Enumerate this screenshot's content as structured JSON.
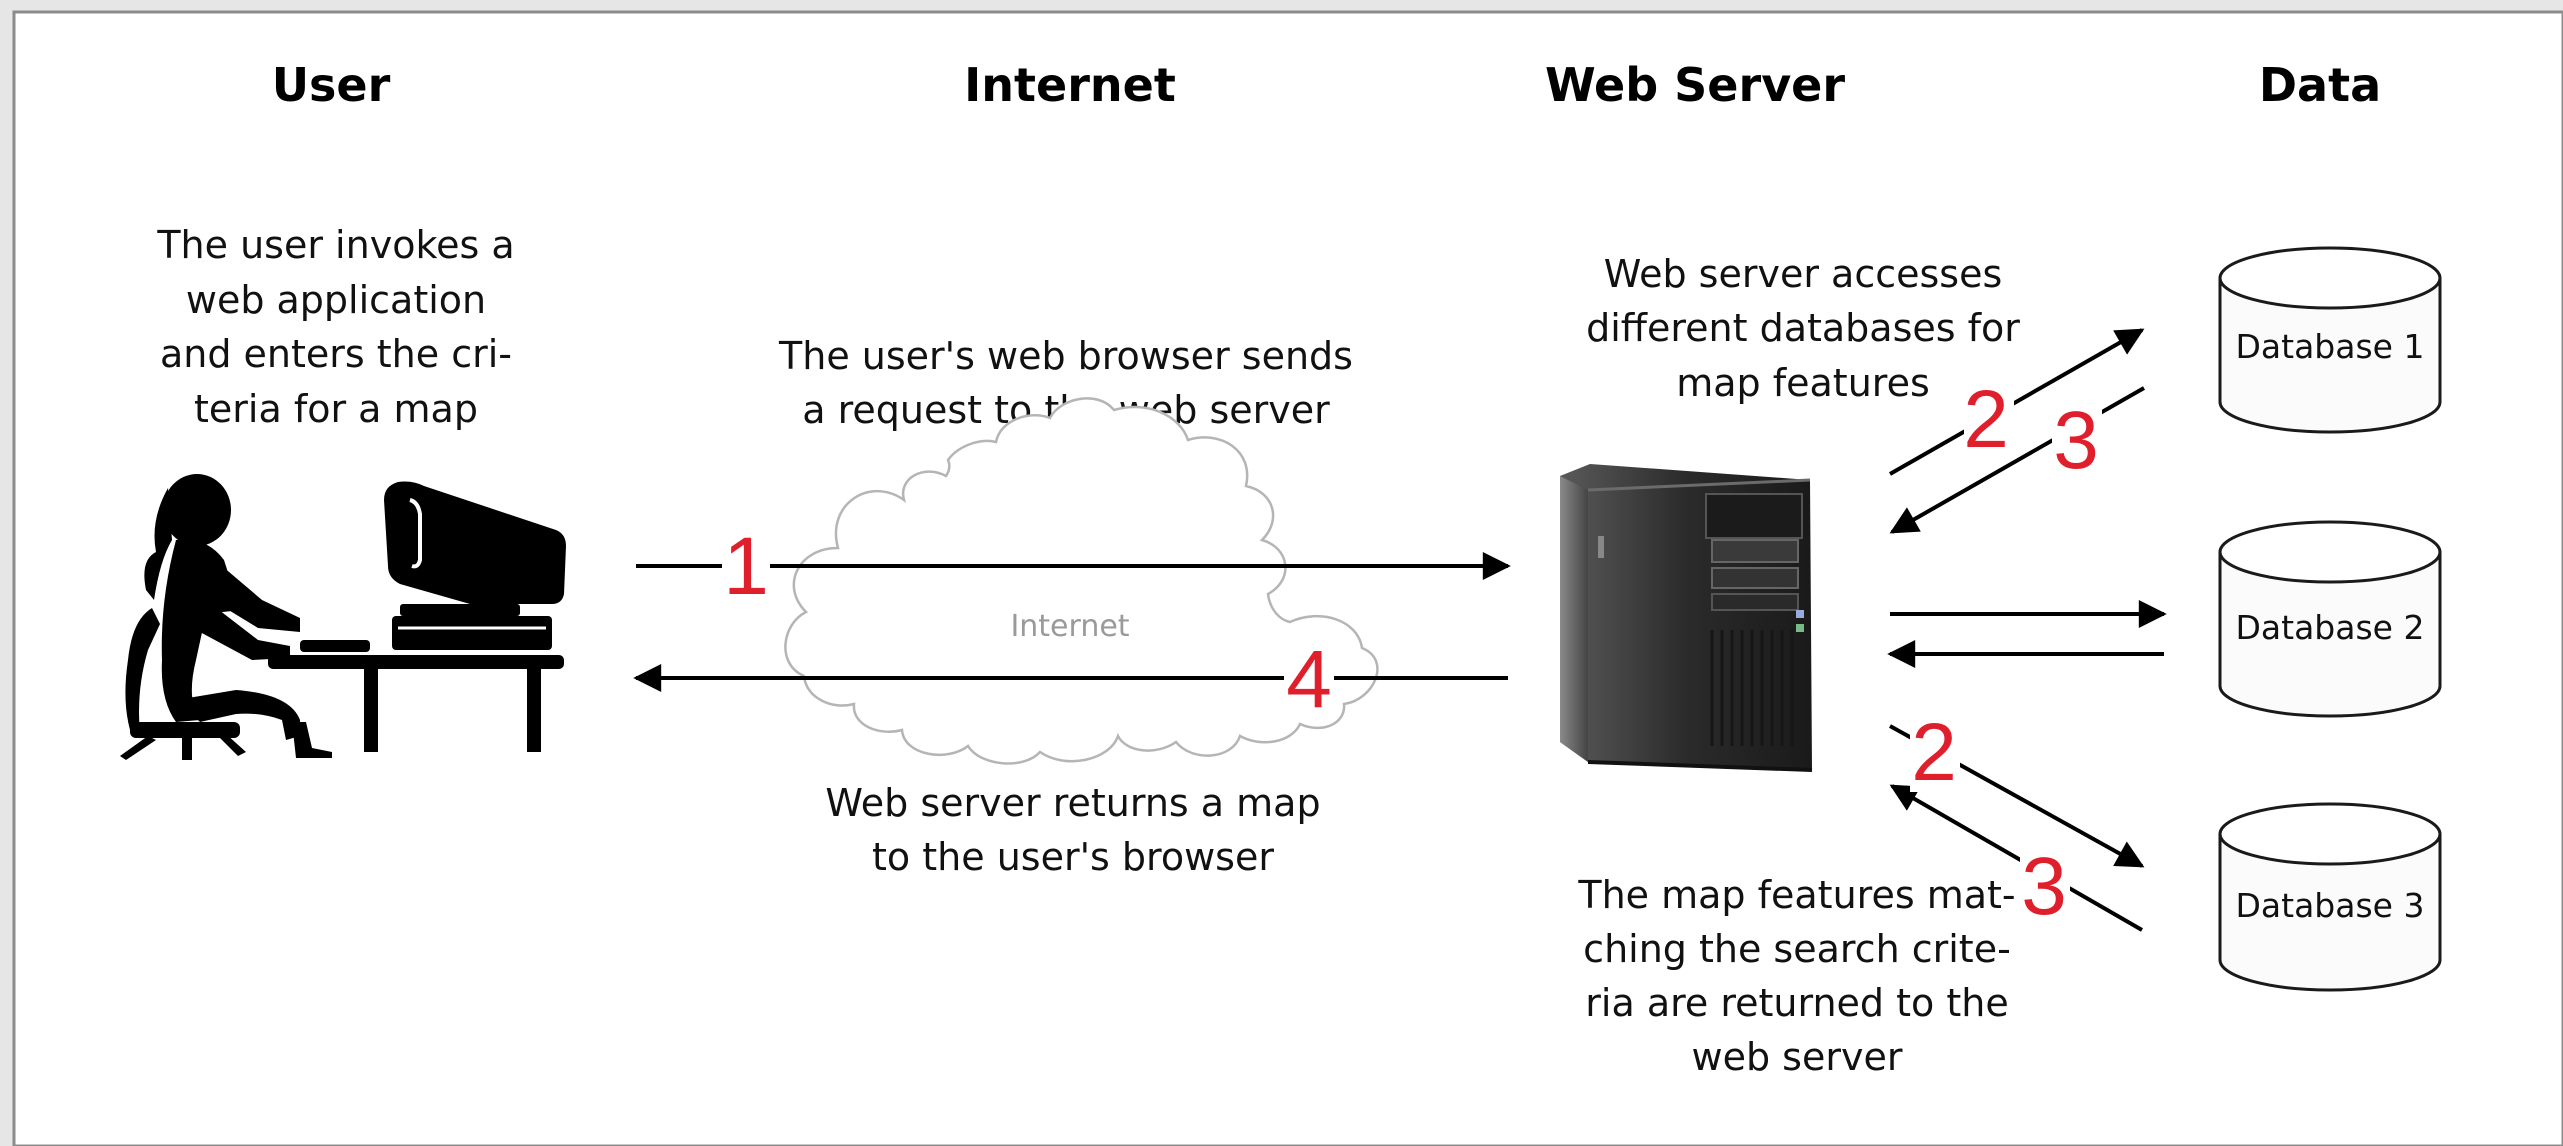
{
  "columns": {
    "user": "User",
    "internet": "Internet",
    "web_server": "Web Server",
    "data": "Data"
  },
  "captions": {
    "user": [
      "The user invokes a",
      "web application",
      "and enters the cri-",
      "teria for a map"
    ],
    "request": [
      "The user's web browser sends",
      "a request to the web server"
    ],
    "return": [
      "Web server returns a map",
      "to the user's browser"
    ],
    "server_access": [
      "Web server accesses",
      "different databases for",
      "map features"
    ],
    "features_returned": [
      "The map features mat-",
      "ching the search crite-",
      "ria are returned to the",
      "web server"
    ]
  },
  "cloud_label": "Internet",
  "databases": [
    "Database 1",
    "Database 2",
    "Database 3"
  ],
  "steps": {
    "one": "1",
    "two_top": "2",
    "three_top": "3",
    "four": "4",
    "two_bottom": "2",
    "three_bottom": "3"
  },
  "colors": {
    "step_number": "#e01f2d",
    "frame_bg": "#ffffff",
    "page_bg": "#e6e6e6"
  }
}
